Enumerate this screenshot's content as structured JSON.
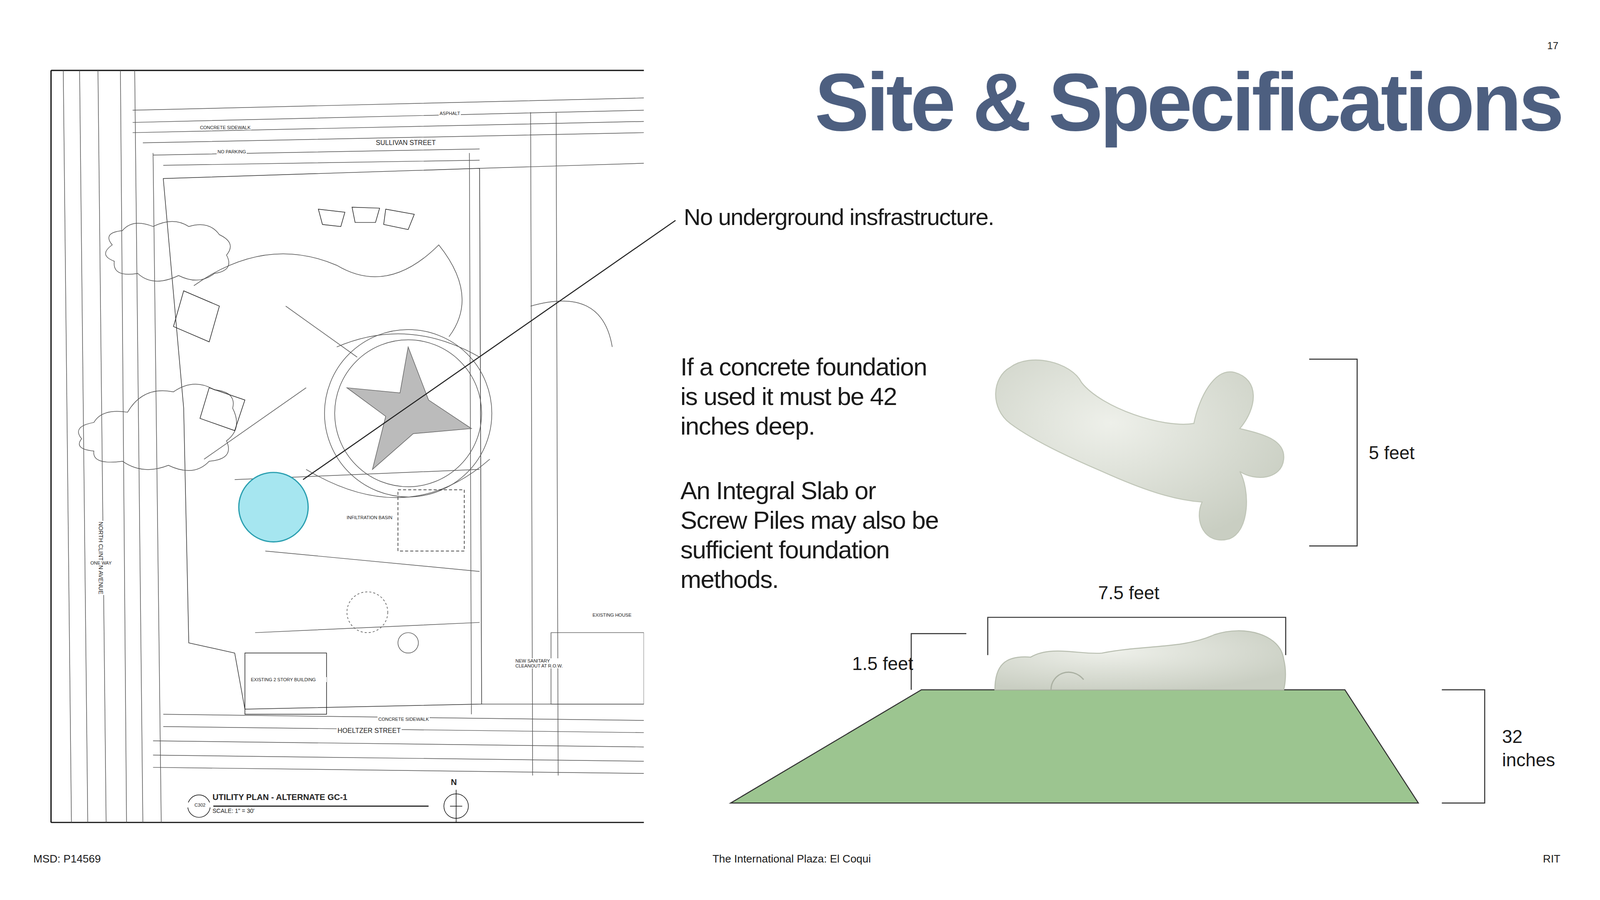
{
  "diagram": {
    "title": "Site & Specifications",
    "labels": [
      "17",
      "No underground insfrastructure.",
      "If a concrete foundation is used it must be 42 inches deep.",
      "An Integral Slab or Screw Piles may also be sufficient foundation methods.",
      "5 feet",
      "7.5 feet",
      "1.5 feet",
      "32 inches",
      "MSD: P14569",
      "The International Plaza: El Coqui",
      "RIT",
      "UTILITY PLAN - ALTERNATE GC-1",
      "SCALE: 1\" = 30'",
      "C302",
      "N",
      "SULLIVAN STREET",
      "HOELTZER STREET",
      "CONCRETE SIDEWALK",
      "CONCRETE SIDEWALK",
      "NORTH CLINTON AVENUE",
      "INFILTRATION BASIN",
      "EXISTING 2 STORY BUILDING",
      "EXISTING HOUSE",
      "ASPHALT",
      "NO PARKING",
      "ONE WAY",
      "NEW SANITARY CLEANOUT AT R.O.W."
    ]
  }
}
